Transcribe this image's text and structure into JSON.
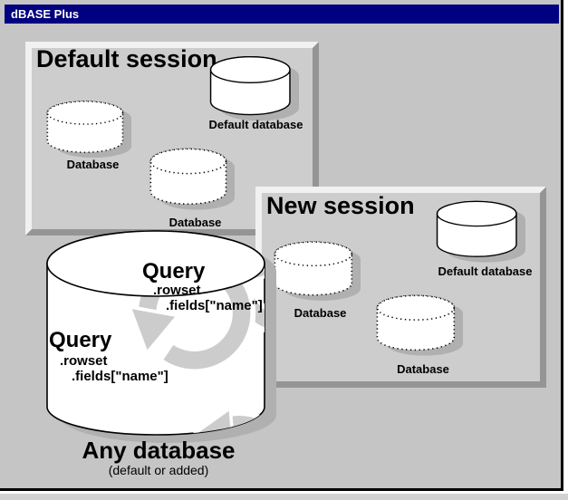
{
  "window": {
    "title": "dBASE Plus"
  },
  "colors": {
    "titlebar_bg": "#000080",
    "titlebar_text": "#ffffff",
    "page_bg": "#c5c5c5",
    "panel_bg": "#cdcdcd",
    "bevel_light": "#f1f1f1",
    "bevel_dark": "#959595",
    "cylinder_fill": "#ffffff",
    "outline": "#000000",
    "cylinder_shadow": "#b0b0b0",
    "swirl_arrow": "#cccccc",
    "window_border": "#000000"
  },
  "default_session": {
    "title": "Default session",
    "default_database_label": "Default database",
    "database1_label": "Database",
    "database2_label": "Database"
  },
  "new_session": {
    "title": "New session",
    "default_database_label": "Default database",
    "database1_label": "Database",
    "database2_label": "Database"
  },
  "any_database": {
    "query_upper": {
      "title": "Query",
      "line1": ".rowset",
      "line2": ".fields[\"name\"]"
    },
    "query_lower": {
      "title": "Query",
      "line1": ".rowset",
      "line2": ".fields[\"name\"]"
    },
    "title": "Any database",
    "subtitle": "(default or added)"
  }
}
